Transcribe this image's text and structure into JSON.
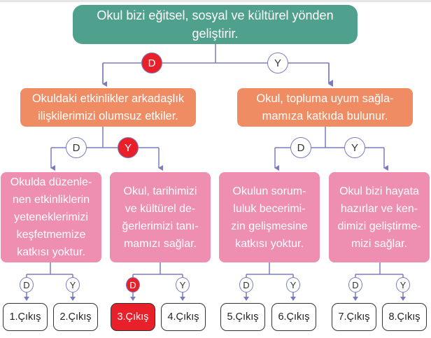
{
  "root": {
    "text": "Okul bizi eğitsel, sosyal ve kültürel yönden\ngeliştirir."
  },
  "level2": [
    {
      "text": "Okuldaki etkinlikler arkadaşlık\nilişkilerimizi olumsuz etkiler."
    },
    {
      "text": "Okul, topluma uyum sağla-\nmamıza katkıda bulunur."
    }
  ],
  "level3": [
    {
      "text": "Okulda düzenle-\nnen etkinliklerin\nyeteneklerimizi\nkeşfetmemize\nkatkısı yoktur."
    },
    {
      "text": "Okul, tarihimizi\nve kültürel de-\nğerlerimizi tanı-\nmamızı sağlar."
    },
    {
      "text": "Okulun sorum-\nluluk becerimi-\nzin gelişmesine\nkatkısı yoktur."
    },
    {
      "text": "Okul bizi hayata\nhazırlar ve ken-\ndimizi geliştirme-\nmizi sağlar."
    }
  ],
  "choices": {
    "true_label": "D",
    "false_label": "Y"
  },
  "exits": [
    "1.Çıkış",
    "2.Çıkış",
    "3.Çıkış",
    "4.Çıkış",
    "5.Çıkış",
    "6.Çıkış",
    "7.Çıkış",
    "8.Çıkış"
  ],
  "selected": {
    "level1": "D",
    "level2_left": "Y",
    "level3_box2": "D",
    "exit": "3.Çıkış"
  },
  "colors": {
    "root": "#4fa08c",
    "level2": "#ef8c64",
    "level3": "#ee8eb0",
    "selected": "#e8202a",
    "lines": "#7b7bc0"
  }
}
